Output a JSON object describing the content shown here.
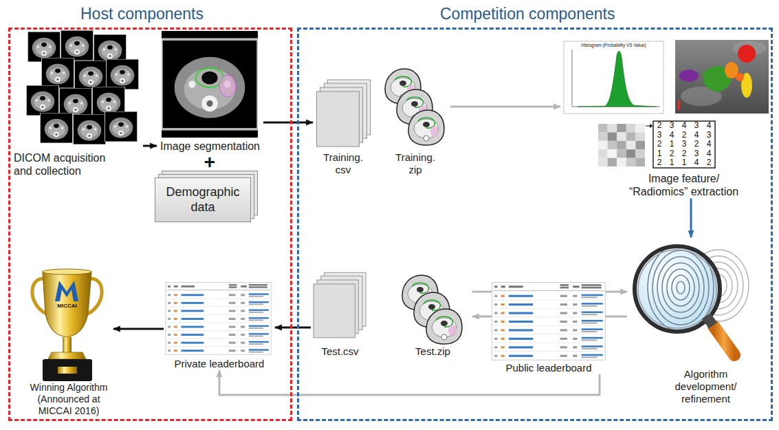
{
  "diagram": {
    "nodes": [
      {
        "text": [
          "Host components"
        ]
      },
      {
        "text": [
          "Competition components"
        ]
      },
      {
        "text": [
          "DICOM acquisition and collection"
        ],
        "in": 0
      },
      {
        "text": [
          "Image segmentation"
        ],
        "in": 0
      },
      {
        "text": [
          "Demographic data"
        ],
        "in": 0
      },
      {
        "text": [
          "Winning Algorithm (Announced at MICCAI 2016)"
        ],
        "in": 0
      },
      {
        "text": [
          "Private leaderboard"
        ],
        "in": 0
      },
      {
        "text": [
          "Training. csv"
        ],
        "in": 1
      },
      {
        "text": [
          "Training. zip"
        ],
        "in": 1
      },
      {
        "text": [
          "Image feature/ “Radiomics” extraction"
        ],
        "in": 1
      },
      {
        "text": [
          "Algorithm development/ refinement"
        ],
        "in": 1
      },
      {
        "text": [
          "Test.csv"
        ],
        "in": 1
      },
      {
        "text": [
          "Test.zip"
        ],
        "in": 1
      },
      {
        "text": [
          "Public leaderboard"
        ],
        "in": 1
      }
    ],
    "edges": [
      {
        "from": 2,
        "to": 3,
        "arrow": "to"
      },
      {
        "from": 3,
        "to": 7,
        "arrow": "to"
      },
      {
        "from": 8,
        "to": 9,
        "arrow": "to"
      },
      {
        "from": 9,
        "to": 10,
        "arrow": "to"
      },
      {
        "from": 12,
        "to": 10,
        "arrow": "to"
      },
      {
        "from": 10,
        "to": 12,
        "arrow": "to"
      },
      {
        "from": 11,
        "to": 6,
        "arrow": "to"
      },
      {
        "from": 6,
        "to": 5,
        "arrow": "to"
      },
      {
        "from": 13,
        "to": 6,
        "arrow": "to"
      }
    ],
    "labels": [
      "+",
      "Histogram (Probability VS Value)",
      "2",
      "3",
      "4",
      "3",
      "4",
      "3",
      "4",
      "2",
      "4",
      "3",
      "2",
      "1",
      "3",
      "2",
      "4",
      "1",
      "2",
      "2",
      "3",
      "4",
      "2",
      "1",
      "1",
      "4",
      "2",
      "MICCAI"
    ]
  }
}
